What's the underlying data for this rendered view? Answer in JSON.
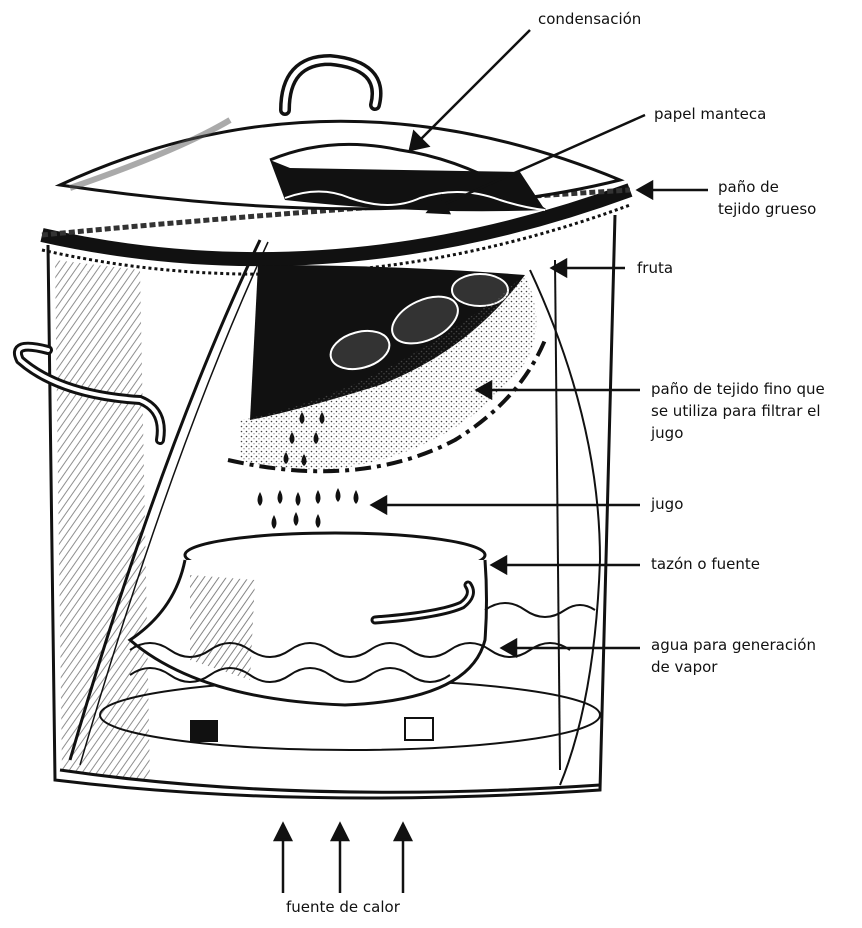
{
  "diagram": {
    "labels": {
      "condensation": "condensación",
      "parchment": "papel manteca",
      "thick_cloth": "paño de\ntejido grueso",
      "fruit": "fruta",
      "fine_cloth": "paño de tejido fino que\nse utiliza para filtrar el\njugo",
      "juice": "jugo",
      "bowl": "tazón o fuente",
      "water": "agua para generación\nde vapor",
      "heat": "fuente de calor"
    },
    "colors": {
      "ink": "#111111",
      "paper": "#ffffff",
      "shade": "#555555"
    }
  }
}
